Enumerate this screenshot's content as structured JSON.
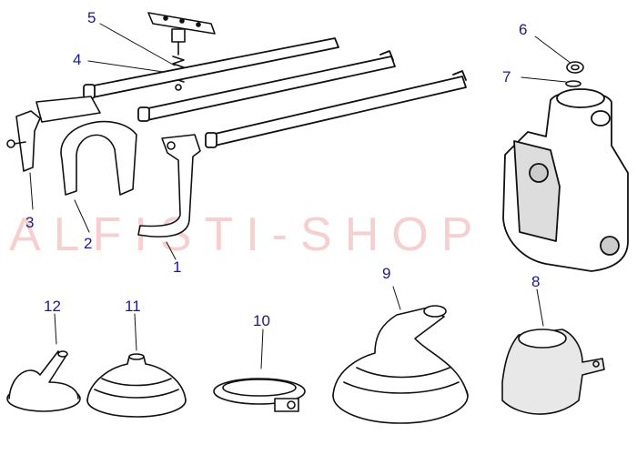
{
  "watermark": "ALFISTI-SHOP",
  "callouts": [
    "1",
    "2",
    "3",
    "4",
    "5",
    "6",
    "7",
    "8",
    "9",
    "10",
    "11",
    "12"
  ],
  "ink_color": "#111111",
  "label_color": "#1a1a8c"
}
